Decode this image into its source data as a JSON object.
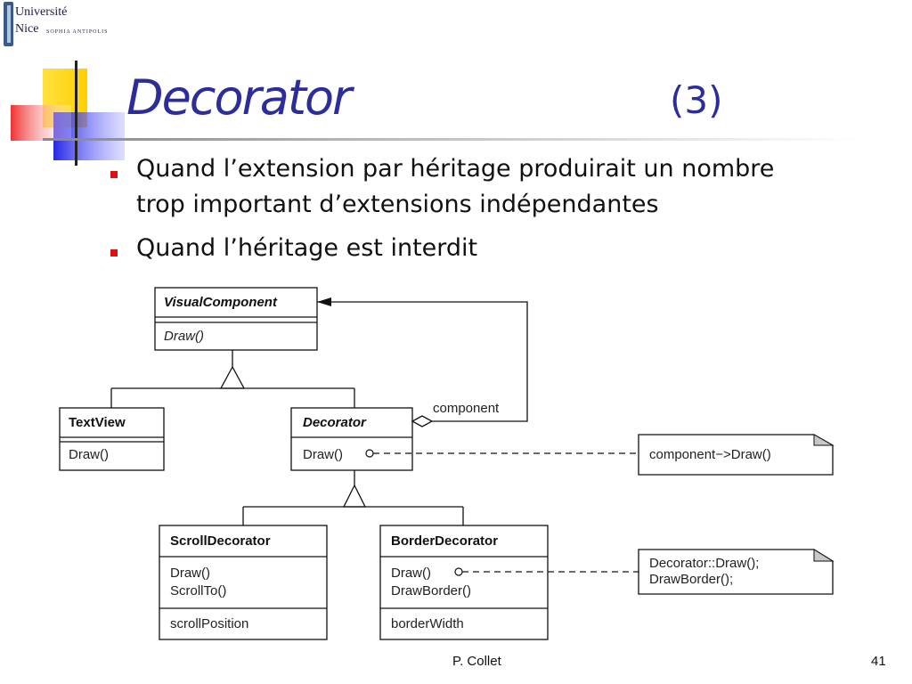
{
  "logo": {
    "line1": "Université",
    "line2": "Nice",
    "line3": "SOPHIA ANTIPOLIS"
  },
  "title": {
    "main": "Decorator",
    "number": "(3)"
  },
  "bullets": [
    {
      "line1": "Quand l’extension par héritage produirait un nombre",
      "line2": "trop important d’extensions indépendantes"
    },
    {
      "line1": "Quand l’héritage est interdit"
    }
  ],
  "diagram": {
    "visual_component": {
      "name": "VisualComponent",
      "op": "Draw()"
    },
    "text_view": {
      "name": "TextView",
      "op": "Draw()"
    },
    "decorator": {
      "name": "Decorator",
      "op": "Draw()"
    },
    "scroll_decorator": {
      "name": "ScrollDecorator",
      "ops": [
        "Draw()",
        "ScrollTo()"
      ],
      "attr": "scrollPosition"
    },
    "border_decorator": {
      "name": "BorderDecorator",
      "ops": [
        "Draw()",
        "DrawBorder()"
      ],
      "attr": "borderWidth"
    },
    "association_label": "component",
    "note1": "component−>Draw()",
    "note2": [
      "Decorator::Draw();",
      "DrawBorder();"
    ]
  },
  "footer": {
    "author": "P. Collet",
    "page": "41"
  },
  "colors": {
    "title": "#2c2c9a",
    "bullet": "#e01010",
    "deco_yellow": "#ffd51a",
    "deco_red": "#ee2020",
    "deco_blue": "#3030e0"
  }
}
